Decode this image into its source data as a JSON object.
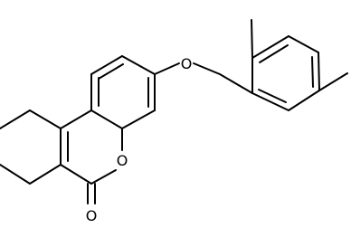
{
  "molecule": {
    "atom_labels": {
      "ether_oxygen": "O",
      "ring_oxygen": "O",
      "carbonyl_oxygen": "O"
    },
    "colors": {
      "bond": "#000000",
      "label": "#000000",
      "background": "#ffffff"
    }
  }
}
